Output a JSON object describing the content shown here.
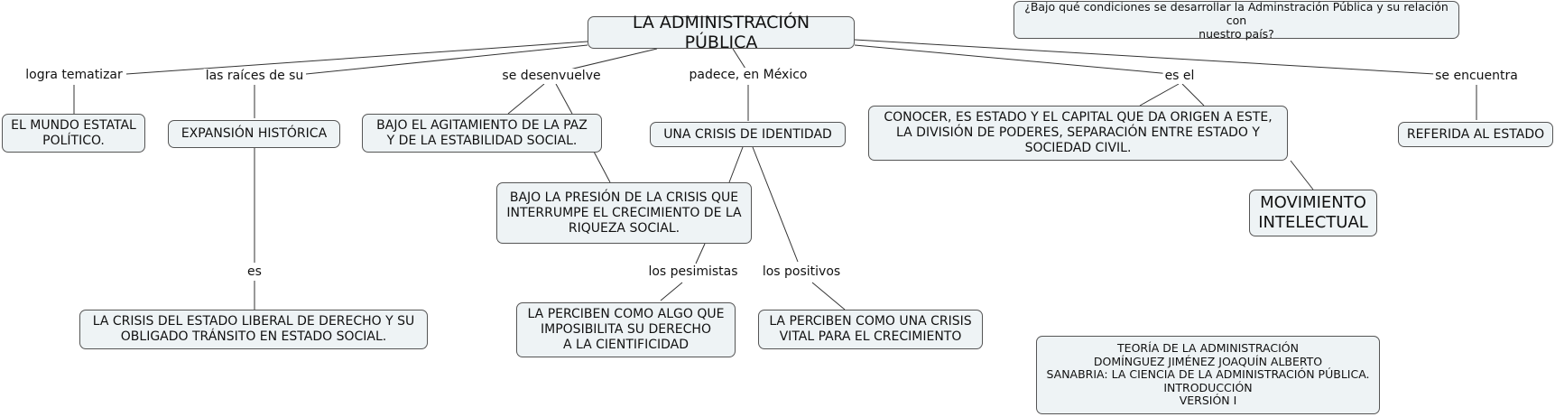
{
  "concept_map": {
    "main_title": "LA ADMINISTRACIÓN PÚBLICA",
    "focus_question": "¿Bajo qué condiciones se desarrollar la Adminstración Pública y su relación con\nnuestro país?",
    "nodes": {
      "mundo_estatal": "EL MUNDO ESTATAL\nPOLÍTICO.",
      "expansion": "EXPANSIÓN HISTÓRICA",
      "agitamiento": "BAJO EL AGITAMIENTO DE LA PAZ\nY DE LA ESTABILIDAD SOCIAL.",
      "crisis_identidad": "UNA CRISIS DE IDENTIDAD",
      "conocer": "CONOCER, ES ESTADO Y EL CAPITAL QUE DA ORIGEN A ESTE,\nLA DIVISIÓN DE PODERES, SEPARACIÓN ENTRE ESTADO Y\nSOCIEDAD CIVIL.",
      "referida": "REFERIDA AL ESTADO",
      "presion": "BAJO LA PRESIÓN DE LA CRISIS QUE\nINTERRUMPE EL CRECIMIENTO DE LA\nRIQUEZA SOCIAL.",
      "movimiento": "MOVIMIENTO\nINTELECTUAL",
      "crisis_estado": "LA CRISIS DEL ESTADO LIBERAL DE DERECHO Y SU\nOBLIGADO TRÁNSITO EN ESTADO SOCIAL.",
      "imposibilita": "LA PERCIBEN COMO ALGO QUE\nIMPOSIBILITA SU DERECHO\nA LA CIENTIFICIDAD",
      "crisis_vital": "LA PERCIBEN COMO UNA CRISIS\nVITAL PARA EL CRECIMIENTO",
      "credits": "TEORÍA DE LA ADMINISTRACIÓN\nDOMÍNGUEZ JIMÉNEZ JOAQUÍN ALBERTO\nSANABRIA: LA CIENCIA DE LA ADMINISTRACIÓN PÚBLICA.\nINTRODUCCIÓN\nVERSIÓN I"
    },
    "links": {
      "logra_tematizar": "logra tematizar",
      "las_raices": "las raíces de su",
      "se_desenvuelve": "se desenvuelve",
      "padece": "padece, en México",
      "es_el": "es el",
      "se_encuentra": "se encuentra",
      "es": "es",
      "los_pesimistas": "los pesimistas",
      "los_positivos": "los positivos"
    }
  }
}
